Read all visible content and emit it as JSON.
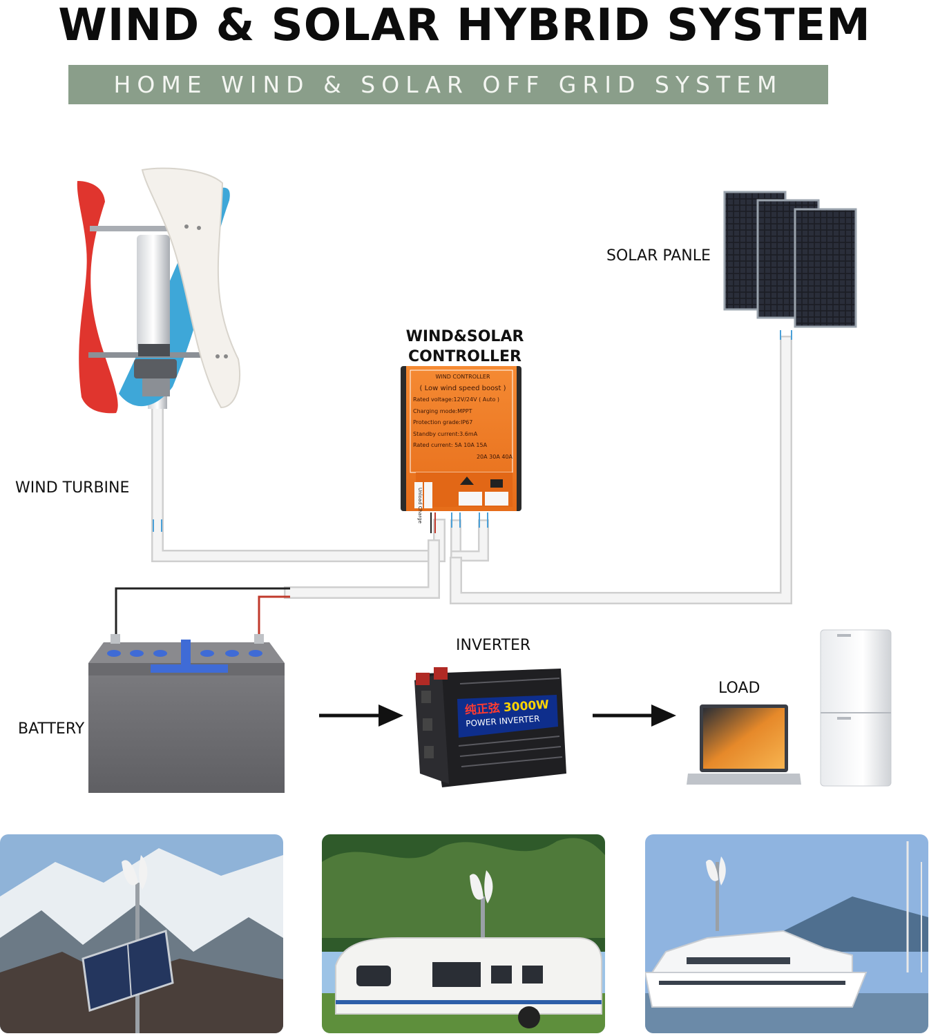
{
  "header": {
    "title": "WIND & SOLAR HYBRID SYSTEM",
    "subtitle": "HOME WIND & SOLAR OFF GRID SYSTEM"
  },
  "labels": {
    "wind_turbine": "WIND TURBINE",
    "solar_panel": "SOLAR PANLE",
    "controller_line1": "WIND&SOLAR",
    "controller_line2": "CONTROLLER",
    "battery": "BATTERY",
    "inverter": "INVERTER",
    "load": "LOAD"
  },
  "controller_face": {
    "heading": "WIND CONTROLLER",
    "subheading": "( Low wind speed boost )",
    "specs": [
      "Rated voltage:12V/24V ( Auto )",
      "Charging mode:MPPT",
      "Protection grade:IP67",
      "Standby current:3.6mA"
    ],
    "rated_current_label": "Rated current:",
    "current_options": [
      "5A",
      "10A",
      "15A",
      "20A",
      "30A",
      "40A"
    ],
    "terminals": [
      "Unload",
      "Charge"
    ]
  },
  "inverter_face": {
    "brand_text": "纯正弦",
    "power_text": "3000W",
    "model_text": "POWER INVERTER"
  },
  "colors": {
    "banner_bg": "#8a9e8a",
    "controller_orange": "#f07a24",
    "pipe": "#f1f1f1",
    "pipe_outline": "#cfcfcf",
    "battery_body": "#6f6f72",
    "battery_terminal": "#3f6bd6"
  },
  "photos": [
    {
      "scene": "snowy mountain with wind turbine and solar panel"
    },
    {
      "scene": "caravan under trees with wind turbine"
    },
    {
      "scene": "yacht in marina with wind turbine"
    }
  ]
}
